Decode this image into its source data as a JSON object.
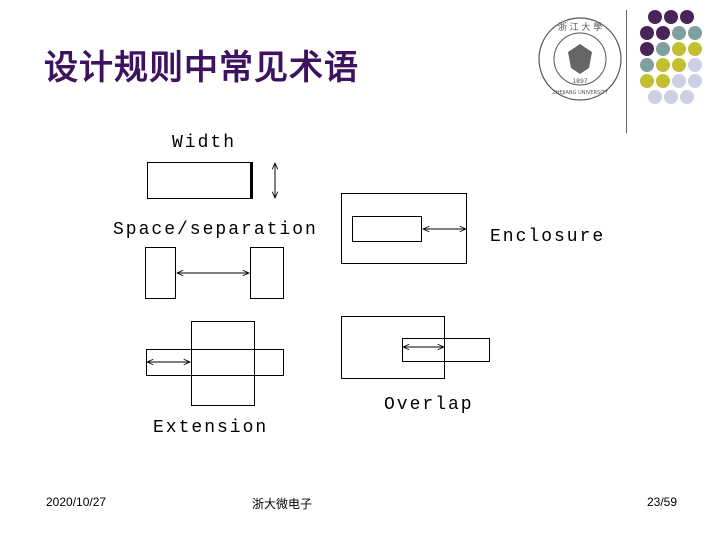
{
  "title": "设计规则中常见术语",
  "labels": {
    "width": "Width",
    "space": "Space/separation",
    "enclosure": "Enclosure",
    "extension": "Extension",
    "overlap": "Overlap"
  },
  "logo": {
    "chars": "浙 江 大 學",
    "year": "1897",
    "english": "ZHEJIANG UNIVERSITY"
  },
  "footer": {
    "date": "2020/10/27",
    "center": "浙大微电子",
    "page": "23/59"
  },
  "colors": {
    "title": "#3d1360",
    "purple": "#4a235a",
    "teal": "#7f9fa1",
    "olive": "#c2c032",
    "lavender": "#cfcfe3"
  },
  "decor_dot_rows": [
    [
      "purple",
      "purple",
      "purple"
    ],
    [
      "purple",
      "purple",
      "teal",
      "teal"
    ],
    [
      "purple",
      "teal",
      "olive",
      "olive"
    ],
    [
      "teal",
      "olive",
      "olive",
      "lavender"
    ],
    [
      "olive",
      "olive",
      "lavender",
      "lavender"
    ],
    [
      "lavender",
      "lavender",
      "lavender"
    ]
  ]
}
